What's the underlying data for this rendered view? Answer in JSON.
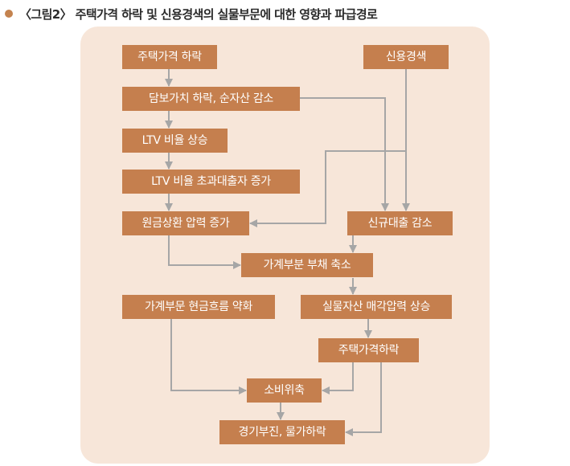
{
  "figure": {
    "title": "〈그림2〉 주택가격 하락 및 신용경색의 실물부문에 대한 영향과 파급경로"
  },
  "nodes": {
    "housing_price_fall": "주택가격 하락",
    "credit_crunch": "신용경색",
    "collateral_fall": "담보가치 하락, 순자산 감소",
    "ltv_rise": "LTV 비율 상승",
    "ltv_excess": "LTV 비율 초과대출자 증가",
    "repayment_pressure": "원금상환 압력 증가",
    "new_loan_decline": "신규대출 감소",
    "household_debt": "가계부분 부채 축소",
    "cashflow_weak": "가계부문 현금흐름 약화",
    "asset_sale": "실물자산 매각압력 상승",
    "housing_price": "주택가격하락",
    "consumption": "소비위축",
    "recession": "경기부진, 물가하락"
  },
  "colors": {
    "node_fill": "#c57f4e",
    "panel": "#f7e6d9",
    "arrow": "#a6a6a6",
    "bullet": "#c4834f"
  }
}
